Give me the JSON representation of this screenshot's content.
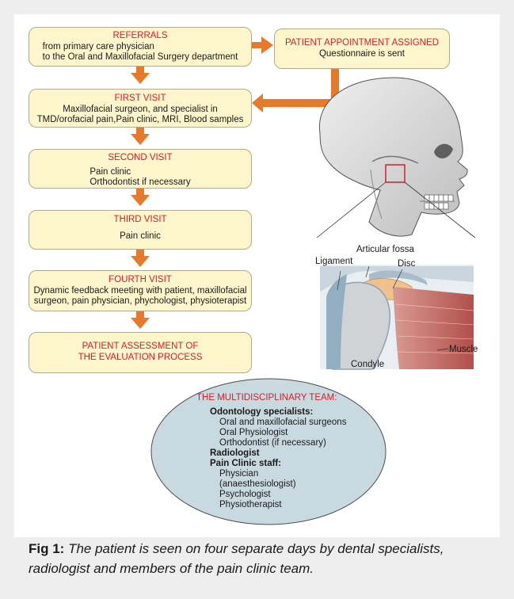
{
  "flow": {
    "referrals": {
      "title": "REFERRALS",
      "lines": [
        "from primary care physician",
        "to the Oral and Maxillofacial Surgery department"
      ]
    },
    "appointment": {
      "title": "PATIENT APPOINTMENT ASSIGNED",
      "lines": [
        "Questionnaire is sent"
      ]
    },
    "first_visit": {
      "title": "FIRST VISIT",
      "lines": [
        "Maxillofacial surgeon, and specialist in",
        "TMD/orofacial pain,Pain clinic, MRI, Blood samples"
      ]
    },
    "second_visit": {
      "title": "SECOND VISIT",
      "lines": [
        "Pain clinic",
        "Orthodontist if necessary"
      ]
    },
    "third_visit": {
      "title": "THIRD VISIT",
      "lines": [
        "Pain clinic"
      ]
    },
    "fourth_visit": {
      "title": "FOURTH VISIT",
      "lines": [
        "Dynamic feedback meeting with patient, maxillofacial",
        "surgeon, pain physician, phychologist, physioterapist"
      ]
    },
    "assessment": {
      "title_lines": [
        "PATIENT ASSESSMENT OF",
        "THE EVALUATION PROCESS"
      ]
    }
  },
  "anatomy": {
    "labels": {
      "fossa": "Articular fossa",
      "ligament": "Ligament",
      "disc": "Disc",
      "condyle": "Condyle",
      "muscle": "Muscle"
    }
  },
  "team": {
    "title": "THE MULTIDISCIPLINARY TEAM:",
    "odontology_heading": "Odontology specialists:",
    "odontology_items": [
      "Oral and maxillofacial surgeons",
      "Oral Physiologist",
      "Orthodontist (if necessary)"
    ],
    "radiologist": "Radiologist",
    "pain_heading": "Pain Clinic staff:",
    "pain_items": [
      "Physician",
      "(anaesthesiologist)",
      "Psychologist",
      "Physiotherapist"
    ]
  },
  "caption": {
    "label": "Fig 1:",
    "text": "The patient is seen on four separate days by dental specialists, radiologist and members of the pain clinic team."
  },
  "colors": {
    "box_fill": "#fdf6cc",
    "title_red": "#d3202b",
    "arrow": "#e8782a",
    "ellipse": "#c8d9e0"
  }
}
